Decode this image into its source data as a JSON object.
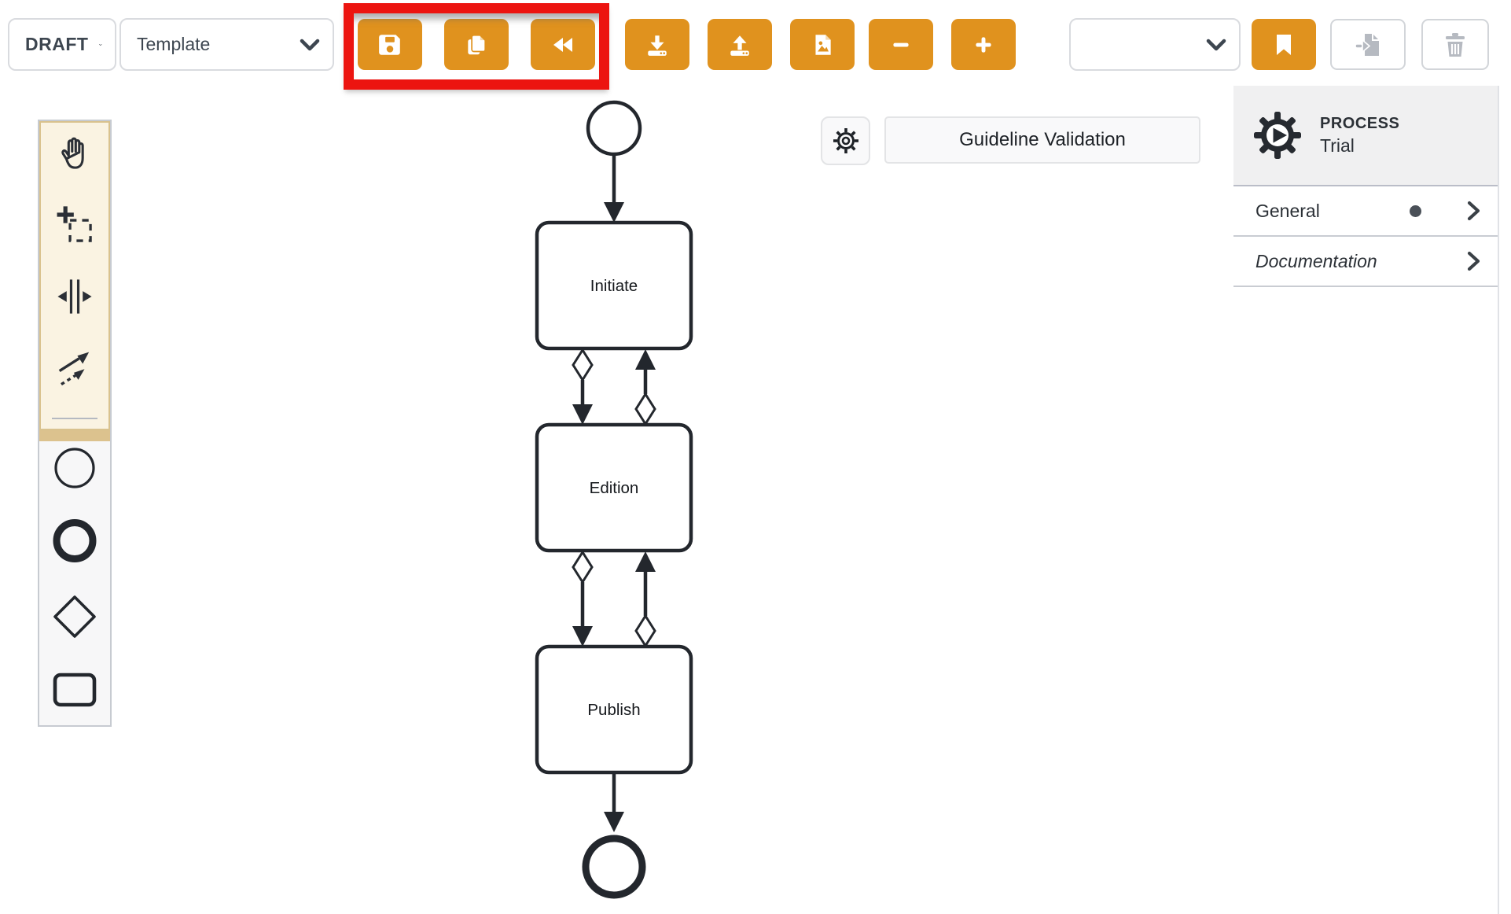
{
  "toolbar": {
    "draft_dropdown": {
      "label": "DRAFT"
    },
    "template_dropdown": {
      "label": "Template"
    },
    "version_dropdown": {
      "value": ""
    },
    "buttons": {
      "save": {
        "icon": "floppy-disk-icon"
      },
      "copy": {
        "icon": "copy-icon"
      },
      "rewind": {
        "icon": "rewind-icon"
      },
      "download": {
        "icon": "download-icon"
      },
      "upload": {
        "icon": "upload-icon"
      },
      "export_image": {
        "icon": "image-file-icon"
      },
      "zoom_out": {
        "icon": "minus-icon"
      },
      "zoom_in": {
        "icon": "plus-icon"
      },
      "bookmark": {
        "icon": "bookmark-icon"
      },
      "export_file": {
        "icon": "export-file-icon",
        "disabled": true
      },
      "delete": {
        "icon": "trash-icon",
        "disabled": true
      }
    }
  },
  "highlight_annotation": {
    "color": "#ec1410",
    "around": "save copy rewind buttons"
  },
  "palette": {
    "tools": [
      {
        "name": "hand-tool"
      },
      {
        "name": "lasso-tool"
      },
      {
        "name": "space-tool"
      },
      {
        "name": "global-connect-tool"
      }
    ],
    "shapes": [
      {
        "name": "start-event"
      },
      {
        "name": "end-event"
      },
      {
        "name": "gateway"
      },
      {
        "name": "task"
      }
    ]
  },
  "canvas": {
    "validation_label": "Guideline Validation",
    "diagram": {
      "nodes": [
        {
          "id": "start",
          "type": "start-event"
        },
        {
          "id": "initiate",
          "type": "task",
          "label": "Initiate"
        },
        {
          "id": "edition",
          "type": "task",
          "label": "Edition"
        },
        {
          "id": "publish",
          "type": "task",
          "label": "Publish"
        },
        {
          "id": "end",
          "type": "end-event"
        }
      ],
      "flows": [
        {
          "from": "start",
          "to": "initiate",
          "marker": "arrow"
        },
        {
          "from": "initiate",
          "to": "edition",
          "marker": "conditional-diamond"
        },
        {
          "from": "edition",
          "to": "initiate",
          "marker": "conditional-diamond"
        },
        {
          "from": "edition",
          "to": "publish",
          "marker": "conditional-diamond"
        },
        {
          "from": "publish",
          "to": "edition",
          "marker": "conditional-diamond"
        },
        {
          "from": "publish",
          "to": "end",
          "marker": "arrow"
        }
      ]
    }
  },
  "properties_panel": {
    "element_type": "PROCESS",
    "element_name": "Trial",
    "rows": [
      {
        "label": "General",
        "has_indicator_dot": true
      },
      {
        "label": "Documentation",
        "italic": true
      }
    ]
  },
  "colors": {
    "accent_orange": "#e0921e",
    "annotation_red": "#ec1410",
    "diagram_stroke": "#23272d",
    "panel_header_bg": "#f0f0f1",
    "palette_cream": "#faf3e2",
    "palette_tan": "#dcc28e"
  }
}
